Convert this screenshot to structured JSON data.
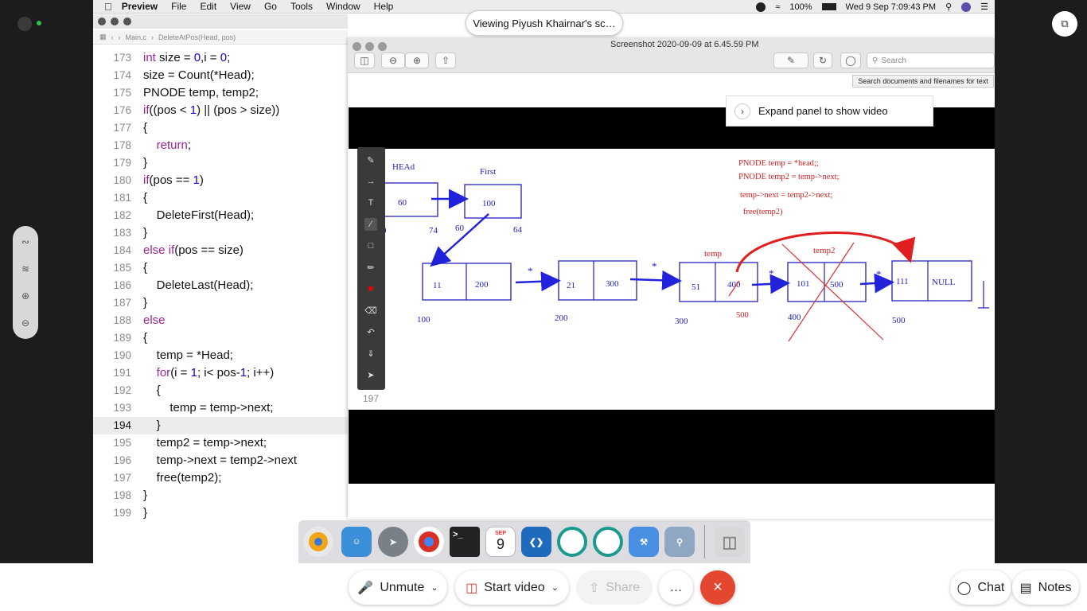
{
  "zoom_client": {
    "viewing_label": "Viewing Piyush Khairnar's sc…",
    "controls": {
      "unmute": "Unmute",
      "start_video": "Start video",
      "share": "Share",
      "more": "…",
      "chat": "Chat",
      "notes": "Notes"
    }
  },
  "mac_menubar": {
    "apple_icon": "apple-icon",
    "app": "Preview",
    "items": [
      "File",
      "Edit",
      "View",
      "Go",
      "Tools",
      "Window",
      "Help"
    ],
    "battery": "100%",
    "datetime": "Wed 9 Sep  7:09:43 PM"
  },
  "xcode": {
    "breadcrumb_file": "Main.c",
    "breadcrumb_function": "DeleteAtPos(Head, pos)",
    "current_line": "194",
    "lines": [
      {
        "n": "173",
        "code": "int size = 0,i = 0;"
      },
      {
        "n": "174",
        "code": "size = Count(*Head);"
      },
      {
        "n": "175",
        "code": "PNODE temp, temp2;"
      },
      {
        "n": "176",
        "code": "if((pos < 1) || (pos > size))"
      },
      {
        "n": "177",
        "code": "{"
      },
      {
        "n": "178",
        "code": "    return;"
      },
      {
        "n": "179",
        "code": "}"
      },
      {
        "n": "180",
        "code": "if(pos == 1)"
      },
      {
        "n": "181",
        "code": "{"
      },
      {
        "n": "182",
        "code": "    DeleteFirst(Head);"
      },
      {
        "n": "183",
        "code": "}"
      },
      {
        "n": "184",
        "code": "else if(pos == size)"
      },
      {
        "n": "185",
        "code": "{"
      },
      {
        "n": "186",
        "code": "    DeleteLast(Head);"
      },
      {
        "n": "187",
        "code": "}"
      },
      {
        "n": "188",
        "code": "else"
      },
      {
        "n": "189",
        "code": "{"
      },
      {
        "n": "190",
        "code": "    temp = *Head;"
      },
      {
        "n": "191",
        "code": "    for(i = 1; i< pos-1; i++)"
      },
      {
        "n": "192",
        "code": "    {"
      },
      {
        "n": "193",
        "code": "        temp = temp->next;"
      },
      {
        "n": "194",
        "code": "    }"
      },
      {
        "n": "195",
        "code": "    temp2 = temp->next;"
      },
      {
        "n": "196",
        "code": "    temp->next = temp2->next"
      },
      {
        "n": "197",
        "code": "    free(temp2);"
      },
      {
        "n": "198",
        "code": "}"
      },
      {
        "n": "199",
        "code": "}"
      }
    ]
  },
  "preview": {
    "window_title": "Screenshot 2020-09-09 at 6.45.59 PM",
    "search_placeholder": "Search",
    "search_tooltip": "Search documents and filenames for text",
    "expand_panel": "Expand panel to show video",
    "tool_line_number": "197"
  },
  "diagram": {
    "head_label": "HEAd",
    "first_label": "First",
    "head_value": "60",
    "first_value": "100",
    "head_left_partial": "0",
    "head_addr": "74",
    "first_addr_left": "60",
    "first_addr_right": "64",
    "code_notes": [
      "PNODE temp = *head;;",
      "PNODE temp2 = temp->next;",
      "temp->next = temp2->next;",
      "free(temp2)"
    ],
    "temp_label": "temp",
    "temp2_label": "temp2",
    "star": "*",
    "addr_500_red": "500",
    "nodes": [
      {
        "data": "11",
        "next": "200",
        "addr": "100"
      },
      {
        "data": "21",
        "next": "300",
        "addr": "200"
      },
      {
        "data": "51",
        "next": "400",
        "addr": "300"
      },
      {
        "data": "101",
        "next": "500",
        "addr": "400"
      },
      {
        "data": "111",
        "next": "NULL",
        "addr": "500"
      }
    ]
  },
  "dock": {
    "apps": [
      "chrome-canary",
      "finder",
      "launchpad",
      "chrome",
      "terminal",
      "calendar",
      "vscode",
      "webex",
      "webex-meetings",
      "xcode",
      "preview",
      "trash"
    ],
    "calendar_month": "SEP",
    "calendar_day": "9",
    "terminal_prompt": ">_"
  }
}
